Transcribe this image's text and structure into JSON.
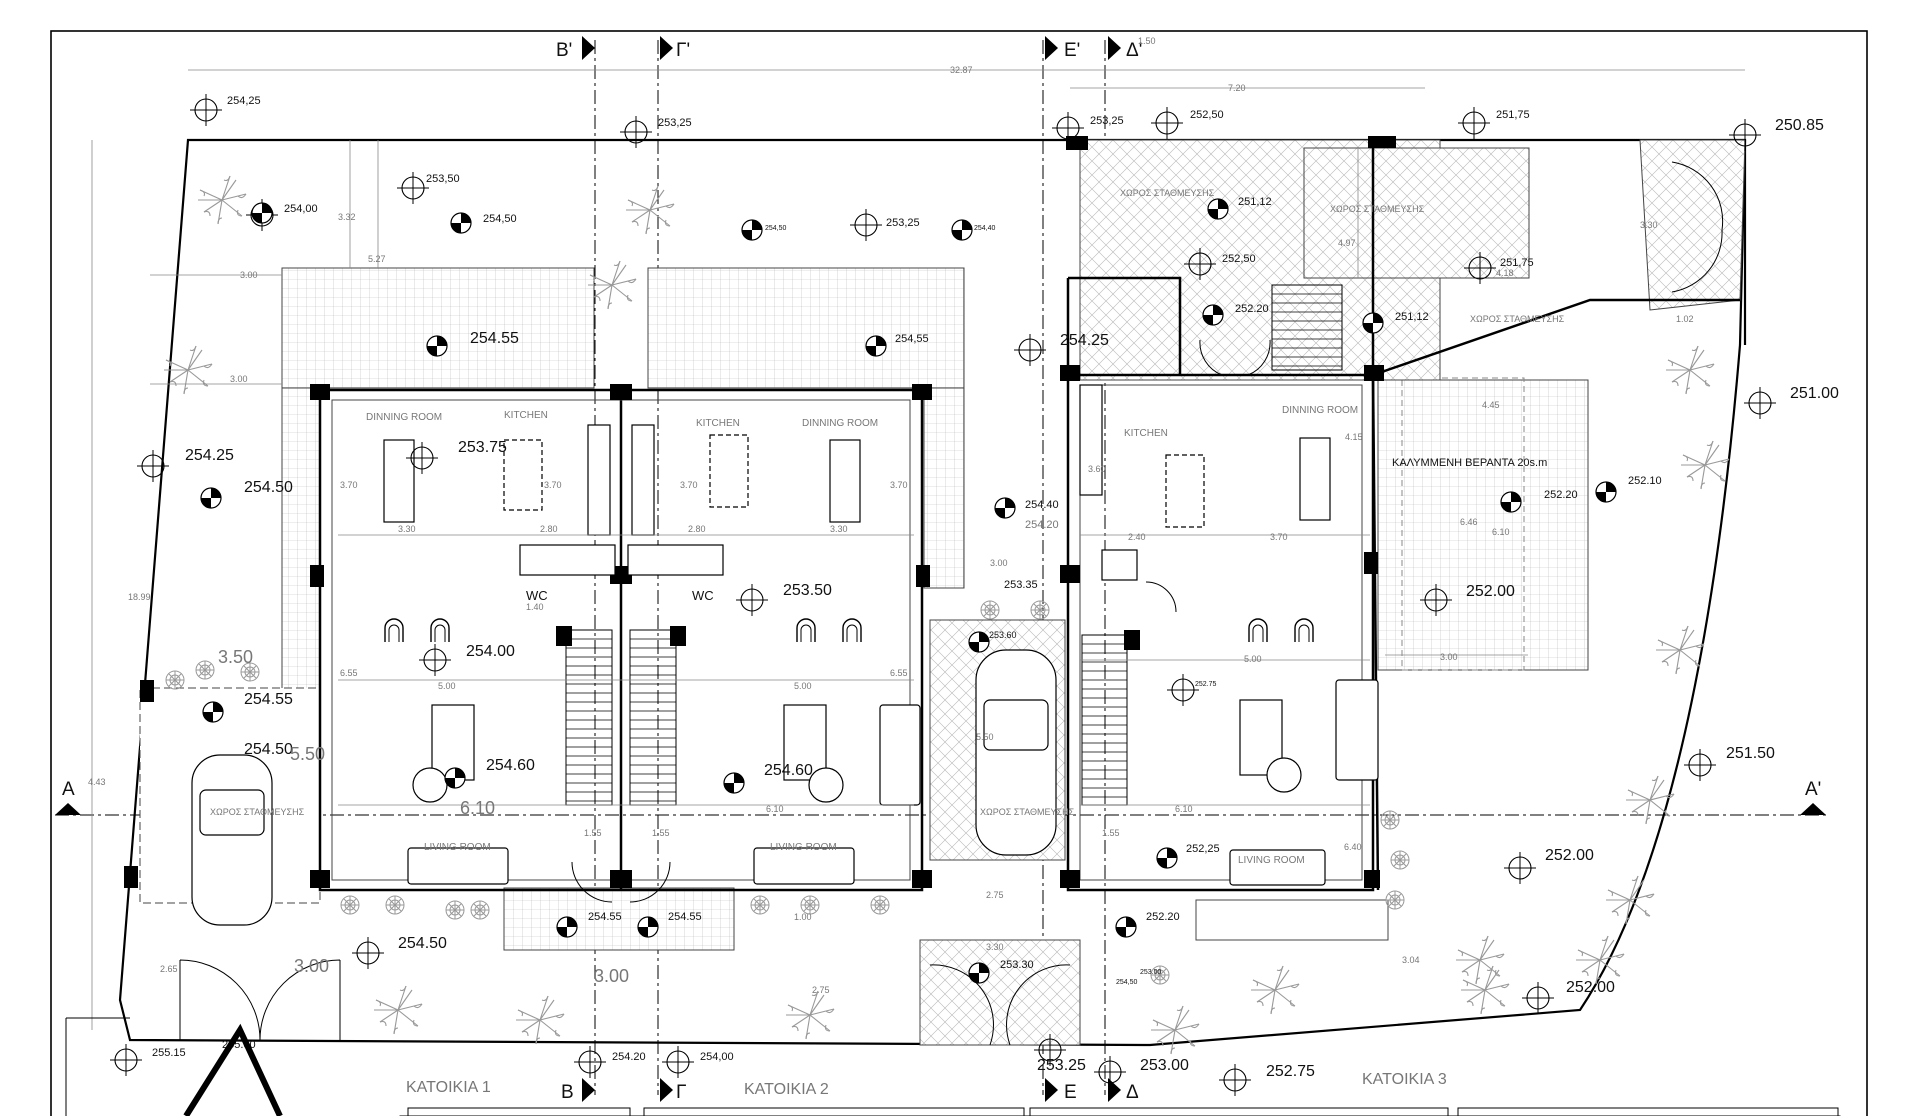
{
  "sections": {
    "b_top": "Β'",
    "g_top": "Γ'",
    "e_top": "Ε'",
    "d_top": "Δ'",
    "b_bot": "Β",
    "g_bot": "Γ",
    "e_bot": "Ε",
    "d_bot": "Δ",
    "a_left": "Α",
    "a_right": "Α'"
  },
  "levels": {
    "l1": "254,25",
    "l2": "253,25",
    "l3": "253,25",
    "l4": "252,50",
    "l5": "251,75",
    "l6": "250.85",
    "l7": "253,50",
    "l8": "254,50",
    "l9": "254,00",
    "l10": "254,50",
    "l11": "253,25",
    "l12": "254,40",
    "l13": "251,12",
    "l14": "252,50",
    "l15": "251,75",
    "l16": "254.55",
    "l17": "254,55",
    "l18": "252.20",
    "l19": "251,12",
    "l20": "254.25",
    "l21": "253.75",
    "l22": "251.00",
    "l23": "254.25",
    "l24": "254.50",
    "l25": "254.40",
    "l26": "254.20",
    "l27": "252.20",
    "l28": "252.10",
    "l29": "253.50",
    "l30": "253.35",
    "l31": "253.60",
    "l32": "252.00",
    "l33": "254.00",
    "l34": "252.75",
    "l35": "254.55",
    "l36": "254.50",
    "l37": "251.50",
    "l38": "254.60",
    "l39": "254.60",
    "l40": "252,25",
    "l41": "252.00",
    "l42": "254.55",
    "l43": "254.55",
    "l44": "252.20",
    "l45": "254.50",
    "l46": "253.30",
    "l47": "252.00",
    "l48": "253.00",
    "l49": "254.20",
    "l50": "254,00",
    "l51": "253.25",
    "l52": "253.00",
    "l53": "252.75",
    "l54": "255.15",
    "l55": "255.00",
    "l56": "254,50"
  },
  "rooms": {
    "dinning_1": "DINNING ROOM",
    "kitchen_1": "KITCHEN",
    "kitchen_2": "KITCHEN",
    "dinning_2": "DINNING ROOM",
    "kitchen_3": "KITCHEN",
    "dinning_3": "DINNING ROOM",
    "living_1": "LIVING ROOM",
    "living_2": "LIVING ROOM",
    "living_3": "LIVING ROOM",
    "wc_1": "WC",
    "wc_2": "WC",
    "parking_1": "ΧΩΡΟΣ ΣΤΑΘΜΕΥΣΗΣ",
    "parking_2": "ΧΩΡΟΣ ΣΤΑΘΜΕΥΣΗΣ",
    "parking_3": "ΧΩΡΟΣ ΣΤΑΘΜΕΥΣΗΣ",
    "veranda": "ΚΑΛΥΜΜΕΝΗ ΒΕΡΑΝΤΑ 20s.m",
    "xoros_left": "ΧΩΡΟΣ ΣΤΑΘΜΕΥΣΗΣ",
    "xoros_mid": "ΧΩΡΟΣ ΣΤΑΘΜΕΥΣΗΣ"
  },
  "dims": {
    "total_width": "32.87",
    "d_720": "7.20",
    "d_150": "1.50",
    "d_332": "3.32",
    "d_527": "5.27",
    "d_300a": "3.00",
    "d_300b": "3.00",
    "d_370a": "3.70",
    "d_370b": "3.70",
    "d_370c": "3.70",
    "d_370d": "3.70",
    "d_330a": "3.30",
    "d_330b": "3.30",
    "d_280a": "2.80",
    "d_280b": "2.80",
    "d_140": "1.40",
    "d_655a": "6.55",
    "d_655b": "6.55",
    "d_500a": "5.00",
    "d_500b": "5.00",
    "d_500c": "5.00",
    "d_610a": "6.10",
    "d_610b": "6.10",
    "d_610c": "6.10",
    "d_350": "3.50",
    "d_550": "5.50",
    "d_1899": "18.99",
    "d_443": "4.43",
    "d_360": "3.60",
    "d_240": "2.40",
    "d_370e": "3.70",
    "d_415": "4.15",
    "d_445": "4.45",
    "d_646": "6.46",
    "d_610d": "6.10",
    "d_300c": "3.00",
    "d_300d": "3.00",
    "d_497": "4.97",
    "d_418": "4.18",
    "d_330c": "3.30",
    "d_102": "1.02",
    "d_640": "6.40",
    "d_304": "3.04",
    "d_265": "2.65",
    "d_300e": "3.00",
    "d_300f": "3.00",
    "d_100": "1.00",
    "d_275a": "2.75",
    "d_275b": "2.75",
    "d_330d": "3.30",
    "d_155a": "1.55",
    "d_155b": "1.55",
    "d_155c": "1.55",
    "d_550b": "5.50"
  },
  "houses": {
    "h1": "ΚΑΤΟΙΚΙΑ 1",
    "h2": "ΚΑΤΟΙΚΙΑ 2",
    "h3": "ΚΑΤΟΙΚΙΑ 3"
  }
}
